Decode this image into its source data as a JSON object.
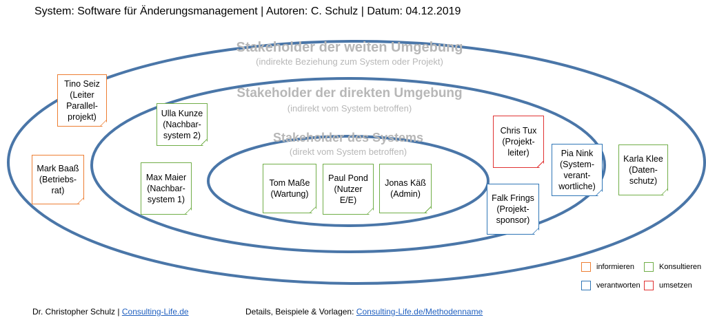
{
  "header": {
    "system_label": "System: Software für Änderungsmanagement",
    "authors_label": "Autoren: C.  Schulz",
    "date_label": "Datum: 04.12.2019",
    "separator": "|"
  },
  "colors": {
    "ring": "#4a76a8",
    "title_gray": "#b7b7b7",
    "informieren": "#ed7d31",
    "konsultieren": "#70ad47",
    "verantworten": "#2e75b6",
    "umsetzen": "#e03131"
  },
  "rings": {
    "outer": {
      "title": "Stakeholder der weiten Umgebung",
      "subtitle": "(indirekte Beziehung zum System oder Projekt)"
    },
    "middle": {
      "title": "Stakeholder der direkten Umgebung",
      "subtitle": "(indirekt vom System betroffen)"
    },
    "inner": {
      "title": "Stakeholder des Systems",
      "subtitle": "(direkt vom System betroffen)"
    }
  },
  "stakeholders": {
    "tino_seiz": "Tino Seiz\n(Leiter\nParallel-\nprojekt)",
    "mark_baass": "Mark Baaß\n(Betriebs-\nrat)",
    "ulla_kunze": "Ulla Kunze\n(Nachbar-\nsystem 2)",
    "max_maier": "Max Maier\n(Nachbar-\nsystem 1)",
    "tom_masse": "Tom Maße\n(Wartung)",
    "paul_pond": "Paul Pond\n(Nutzer\nE/E)",
    "jonas_kaess": "Jonas Käß\n(Admin)",
    "chris_tux": "Chris Tux\n(Projekt-\nleiter)",
    "pia_nink": "Pia Nink\n(System-\nverant-\nwortliche)",
    "falk_frings": "Falk Frings\n(Projekt-\nsponsor)",
    "karla_klee": "Karla Klee\n(Daten-\nschutz)"
  },
  "legend": {
    "informieren": "informieren",
    "konsultieren": "Konsultieren",
    "verantworten": "verantworten",
    "umsetzen": "umsetzen"
  },
  "footer": {
    "author": "Dr. Christopher Schulz",
    "separator": "|",
    "author_link": "Consulting-Life.de",
    "details_label": "Details, Beispiele & Vorlagen:",
    "details_link": "Consulting-Life.de/Methodenname"
  }
}
